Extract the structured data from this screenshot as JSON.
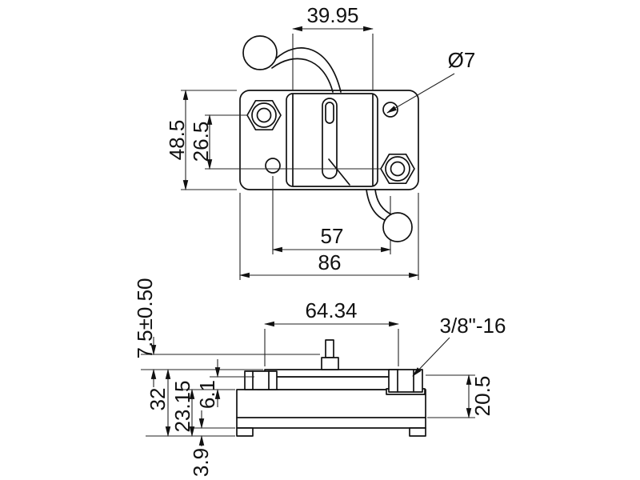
{
  "drawing": {
    "top_view": {
      "slot_section_width": "39.95",
      "mounting_hole_diameter": "Ø7",
      "overall_height": "48.5",
      "stud_vertical_offset": "26.5",
      "mounting_hole_spacing": "57",
      "overall_width": "86"
    },
    "side_view": {
      "body_top_width": "64.34",
      "stud_thread": "3/8\"-16",
      "button_height": "7.5±0.50",
      "overall_height": "32",
      "base_to_foot_height": "23.15",
      "step_height": "6.1",
      "foot_height": "3.9",
      "stud_height": "20.5"
    }
  }
}
